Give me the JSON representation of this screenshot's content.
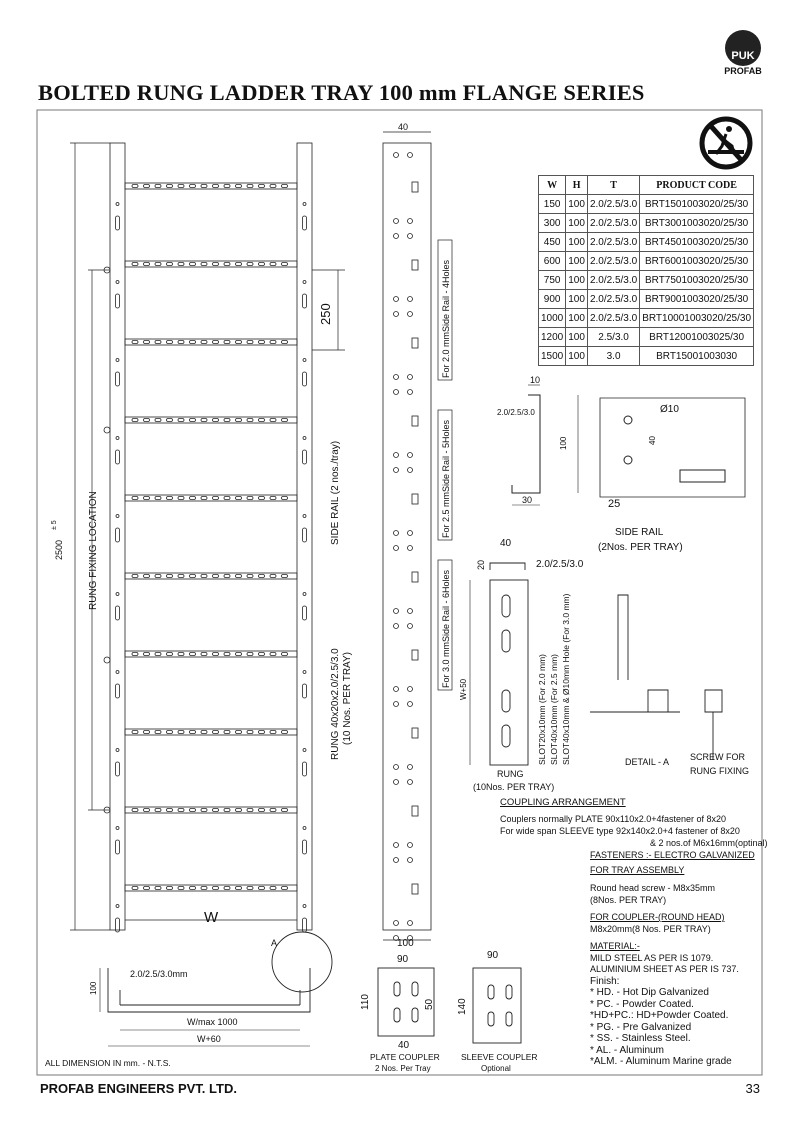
{
  "title": "BOLTED RUNG  LADDER TRAY 100 mm FLANGE SERIES",
  "logo": {
    "mark": "PUK",
    "text": "PROFAB"
  },
  "table": {
    "headers": [
      "W",
      "H",
      "T",
      "PRODUCT CODE"
    ],
    "rows": [
      [
        "150",
        "100",
        "2.0/2.5/3.0",
        "BRT1501003020/25/30"
      ],
      [
        "300",
        "100",
        "2.0/2.5/3.0",
        "BRT3001003020/25/30"
      ],
      [
        "450",
        "100",
        "2.0/2.5/3.0",
        "BRT4501003020/25/30"
      ],
      [
        "600",
        "100",
        "2.0/2.5/3.0",
        "BRT6001003020/25/30"
      ],
      [
        "750",
        "100",
        "2.0/2.5/3.0",
        "BRT7501003020/25/30"
      ],
      [
        "900",
        "100",
        "2.0/2.5/3.0",
        "BRT9001003020/25/30"
      ],
      [
        "1000",
        "100",
        "2.0/2.5/3.0",
        "BRT10001003020/25/30"
      ],
      [
        "1200",
        "100",
        "2.5/3.0",
        "BRT12001003025/30"
      ],
      [
        "1500",
        "100",
        "3.0",
        "BRT15001003030"
      ]
    ]
  },
  "ladder": {
    "length": "2500",
    "tol": "± 5",
    "rung_fixing": "RUNG FIXING LOCATION",
    "pitch": "250",
    "side_rail": "SIDE RAIL (2 nos./tray)",
    "rung1": "RUNG 40x20x2.0/2.5/3.0",
    "rung2": "(10 Nos. PER TRAY)",
    "width": "W"
  },
  "rail_strip": {
    "top_dim": "40",
    "bottom_dim": "100",
    "holes4": "For 2.0 mmSide Rail - 4Holes",
    "holes5": "For 2.5 mmSide Rail - 5Holes",
    "holes6": "For 3.0 mmSide Rail - 6Holes"
  },
  "side_rail": {
    "d10": "10",
    "thk": "2.0/2.5/3.0",
    "d100": "100",
    "d30": "30",
    "hole": "Ø10",
    "d40": "40",
    "d25": "25",
    "label": "SIDE RAIL",
    "qty": "(2Nos. PER TRAY)"
  },
  "rung": {
    "d40": "40",
    "d20": "20",
    "thk": "2.0/2.5/3.0",
    "w50": "W+50",
    "slot1": "SLOT20x10mm (For 2.0 mm)",
    "slot2": "SLOT40x10mm (For 2.5 mm)",
    "slot3": "SLOT40x10mm & Ø10mm Hole (For 3.0 mm)",
    "label": "RUNG",
    "qty": "(10Nos. PER TRAY)",
    "detail": "DETAIL - A",
    "screw1": "SCREW FOR",
    "screw2": "RUNG FIXING"
  },
  "notes": {
    "coupling_title": "COUPLING ARRANGEMENT",
    "c1": "Couplers normally PLATE 90x110x2.0+4fastener of 8x20",
    "c2": "For wide span SLEEVE type 92x140x2.0+4 fastener of 8x20",
    "c3": "& 2 nos.of M6x16mm(optinal)",
    "fasteners": "FASTENERS :- ELECTRO GALVANIZED",
    "tray_title": "FOR TRAY ASSEMBLY",
    "t1": "Round head screw - M8x35mm",
    "t2": "(8Nos. PER TRAY)",
    "coupler_title": "FOR COUPLER-(ROUND HEAD)",
    "k1": "M8x20mm(8 Nos. PER TRAY)"
  },
  "material": {
    "title": "MATERIAL:-",
    "m1": "MILD STEEL AS PER  IS 1079.",
    "m2": "ALUMINIUM SHEET AS PER IS 737.",
    "finish": "Finish:",
    "f": [
      "* HD. - Hot Dip Galvanized",
      "* PC. - Powder Coated.",
      "*HD+PC.: HD+Powder Coated.",
      "* PG. - Pre Galvanized",
      "* SS. - Stainless Steel.",
      "* AL. - Aluminum",
      "*ALM. - Aluminum Marine grade"
    ]
  },
  "section": {
    "h100": "100",
    "thk": "2.0/2.5/3.0mm",
    "wmax": "W/max 1000",
    "w60": "W+60",
    "detail_a": "A"
  },
  "couplers": {
    "p90": "90",
    "p110": "110",
    "p50": "50",
    "p40": "40",
    "plate": "PLATE COUPLER",
    "plate_qty": "2 Nos. Per Tray",
    "s90": "90",
    "s140": "140",
    "sleeve": "SLEEVE COUPLER",
    "sleeve_opt": "Optional"
  },
  "dim_note": "ALL DIMENSION IN mm. -  N.T.S.",
  "footer": "PROFAB ENGINEERS PVT. LTD.",
  "page": "33"
}
